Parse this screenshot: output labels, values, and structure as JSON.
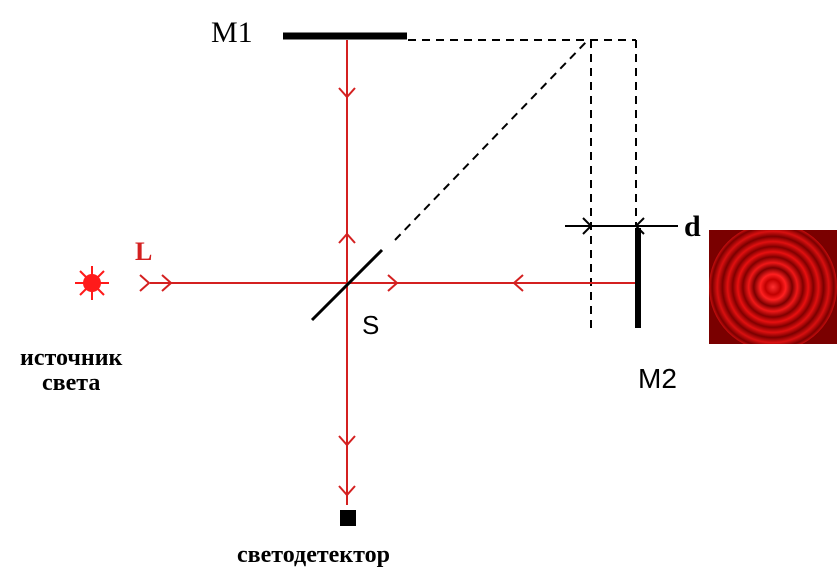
{
  "labels": {
    "mirror1": "M1",
    "mirror2": "M2",
    "splitter": "S",
    "length": "L",
    "distance": "d",
    "source_line1": "источник",
    "source_line2": "света",
    "detector": "светодетектор"
  },
  "colors": {
    "beam": "#d42020",
    "source": "#ff1a1a",
    "ink": "#000000",
    "fringe_dark": "#5a0000",
    "fringe_bright": "#e01010"
  },
  "icons": {
    "source": "star-burst-icon",
    "detector": "square-icon",
    "fringes": "interference-rings"
  }
}
